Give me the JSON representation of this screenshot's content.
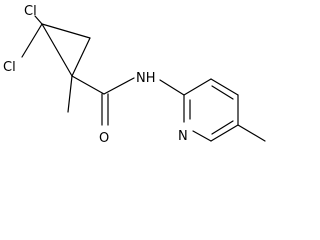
{
  "molecule": {
    "atoms": {
      "cl_top": "Cl",
      "cl_left": "Cl",
      "nh": "NH",
      "o": "O",
      "n_ring": "N"
    }
  }
}
